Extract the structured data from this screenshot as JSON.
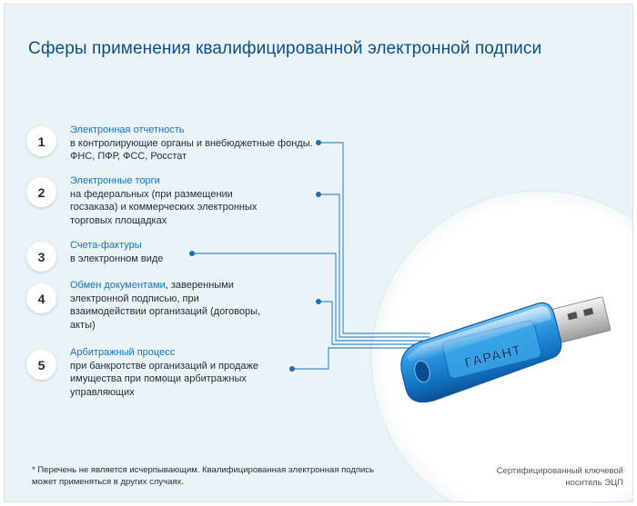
{
  "title": "Сферы применения квалифицированной электронной подписи",
  "items": [
    {
      "num": "1",
      "head": "Электронная отчетность",
      "body": "в контролирующие органы и внебюджетные фонды. ФНС, ПФР, ФСС, Росстат"
    },
    {
      "num": "2",
      "head": "Электронные торги",
      "body": "на федеральных (при размещении госзаказа) и коммерческих электронных торговых площадках"
    },
    {
      "num": "3",
      "head": "Счета-фактуры",
      "body": "в электронном виде"
    },
    {
      "num": "4",
      "head": "Обмен документами",
      "head_suffix": ", заверенными",
      "body": "электронной подписью, при взаимодействии организаций (договоры, акты)"
    },
    {
      "num": "5",
      "head": "Арбитражный процесс",
      "body": "при банкротстве организаций и продаже имущества при помощи арбитражных управляющих"
    }
  ],
  "token_label": "ГАРАНТ",
  "footnote": "* Перечень не является исчерпывающим. Квалифицированная электронная подпись может применяться в других случаях.",
  "caption": "Сертифицированный ключевой носитель ЭЦП",
  "colors": {
    "accent": "#1273c4",
    "title": "#0b4f8a",
    "background": "#eaf3f8",
    "connector": "#1a6fb8",
    "token_blue": "#1f86d6"
  }
}
